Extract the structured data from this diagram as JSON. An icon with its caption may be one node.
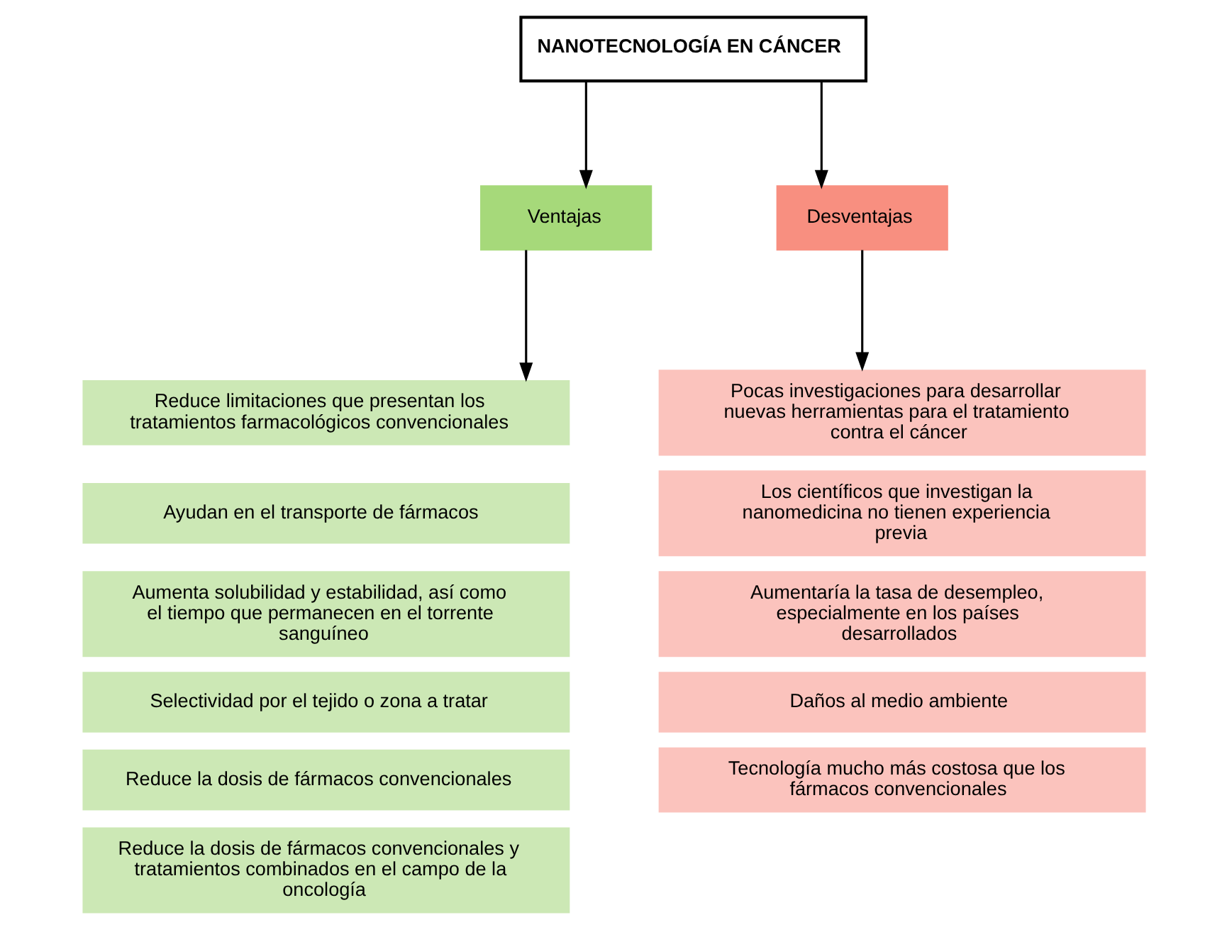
{
  "diagram": {
    "nodes": [
      {
        "text": [
          "NANOTECNOLOGÍA EN CÁNCER"
        ]
      },
      {
        "text": [
          "Ventajas"
        ]
      },
      {
        "text": [
          "Desventajas"
        ]
      },
      {
        "text": [
          "Reduce limitaciones que presentan los tratamientos farmacológicos convencionales"
        ]
      },
      {
        "text": [
          "Ayudan en el transporte de fármacos"
        ]
      },
      {
        "text": [
          "Aumenta solubilidad y estabilidad, así como el tiempo que permanecen en el torrente sanguíneo"
        ]
      },
      {
        "text": [
          "Selectividad por el tejido o zona a tratar"
        ]
      },
      {
        "text": [
          "Reduce la dosis de fármacos convencionales"
        ]
      },
      {
        "text": [
          "Reduce la dosis de fármacos convencionales y tratamientos combinados en el campo de la oncología"
        ]
      },
      {
        "text": [
          "Pocas investigaciones para desarrollar nuevas herramientas para el tratamiento contra el cáncer"
        ]
      },
      {
        "text": [
          "Los científicos que investigan la nanomedicina no tienen experiencia previa"
        ]
      },
      {
        "text": [
          "Aumentaría la tasa de desempleo, especialmente en los países desarrollados"
        ]
      },
      {
        "text": [
          "Daños al medio ambiente"
        ]
      },
      {
        "text": [
          "Tecnología mucho más costosa que los fármacos convencionales"
        ]
      }
    ],
    "edges": [
      {
        "from": 0,
        "to": 1,
        "arrow": "to"
      },
      {
        "from": 0,
        "to": 2,
        "arrow": "to"
      },
      {
        "from": 1,
        "to": 3,
        "arrow": "to"
      },
      {
        "from": 2,
        "to": 9,
        "arrow": "to"
      }
    ]
  }
}
